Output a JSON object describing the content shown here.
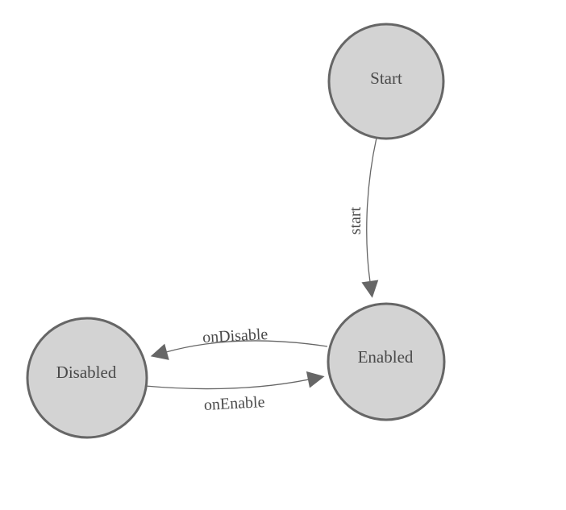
{
  "diagram": {
    "nodes": [
      {
        "id": "start",
        "label": "Start"
      },
      {
        "id": "enabled",
        "label": "Enabled"
      },
      {
        "id": "disabled",
        "label": "Disabled"
      }
    ],
    "edges": [
      {
        "from": "start",
        "to": "enabled",
        "label": "start"
      },
      {
        "from": "enabled",
        "to": "disabled",
        "label": "onDisable"
      },
      {
        "from": "disabled",
        "to": "enabled",
        "label": "onEnable"
      }
    ]
  },
  "colors": {
    "background": "#ffffff",
    "node_fill": "#d3d3d3",
    "node_stroke": "#666666",
    "edge_color": "#666666",
    "label_color": "#4a4a4a"
  }
}
